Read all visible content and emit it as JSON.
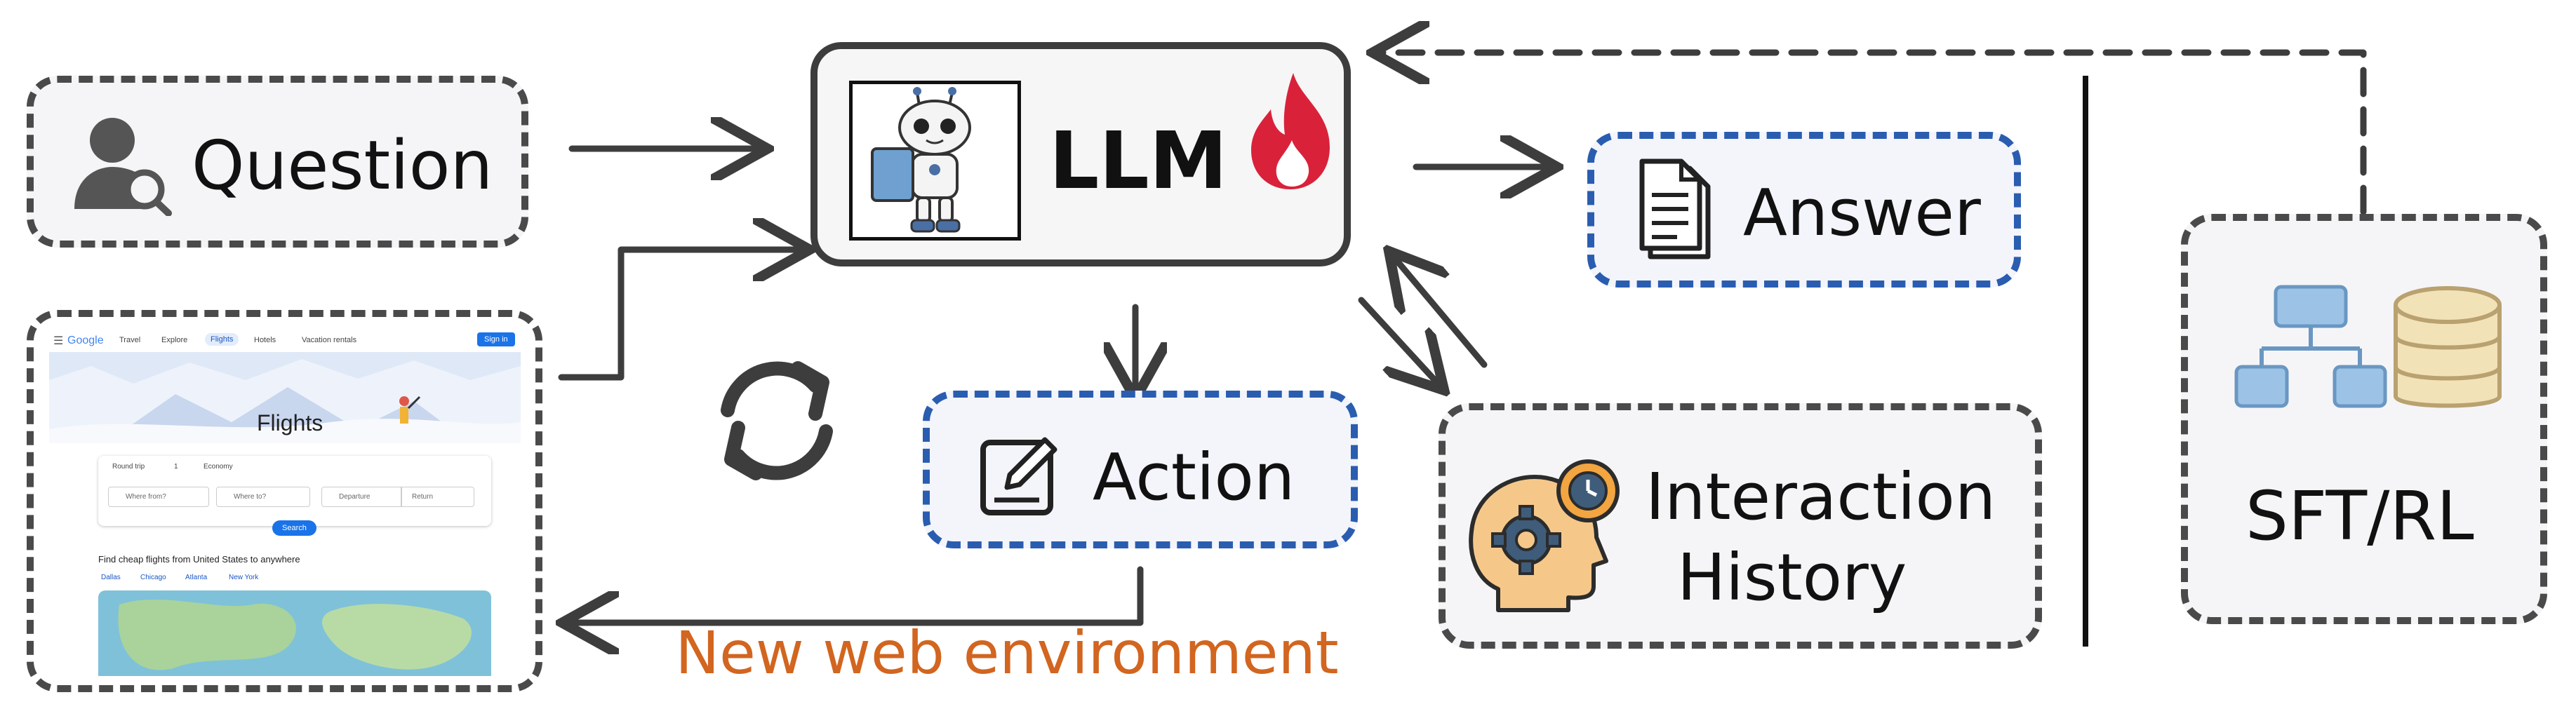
{
  "nodes": {
    "question": "Question",
    "llm": "LLM",
    "answer": "Answer",
    "action": "Action",
    "history_line1": "Interaction",
    "history_line2": "History",
    "training": "SFT/RL"
  },
  "edge_label": "New web environment",
  "screenshot": {
    "logo": "Google",
    "tabs": [
      "Travel",
      "Explore",
      "Flights",
      "Hotels",
      "Vacation rentals"
    ],
    "sign_in": "Sign in",
    "title": "Flights",
    "trip_type": "Round trip",
    "passengers": "1",
    "cabin": "Economy",
    "from_placeholder": "Where from?",
    "to_placeholder": "Where to?",
    "departure": "Departure",
    "return": "Return",
    "search": "Search",
    "subtitle": "Find cheap flights from United States to anywhere",
    "cities": [
      "Dallas",
      "Chicago",
      "Atlanta",
      "New York"
    ]
  },
  "colors": {
    "stroke": "#3d3d3d",
    "gray_border": "#4a4a4a",
    "blue_border": "#2a5db0",
    "flame": "#d9223a",
    "edge_label": "#d2651f",
    "training_icon": "#9cc3e6",
    "db_icon": "#f2e2b8"
  },
  "icons": [
    "user-search-icon",
    "robot-icon",
    "flame-icon",
    "document-icon",
    "edit-icon",
    "refresh-cycle-icon",
    "head-gear-icon",
    "flowchart-icon",
    "database-icon"
  ]
}
